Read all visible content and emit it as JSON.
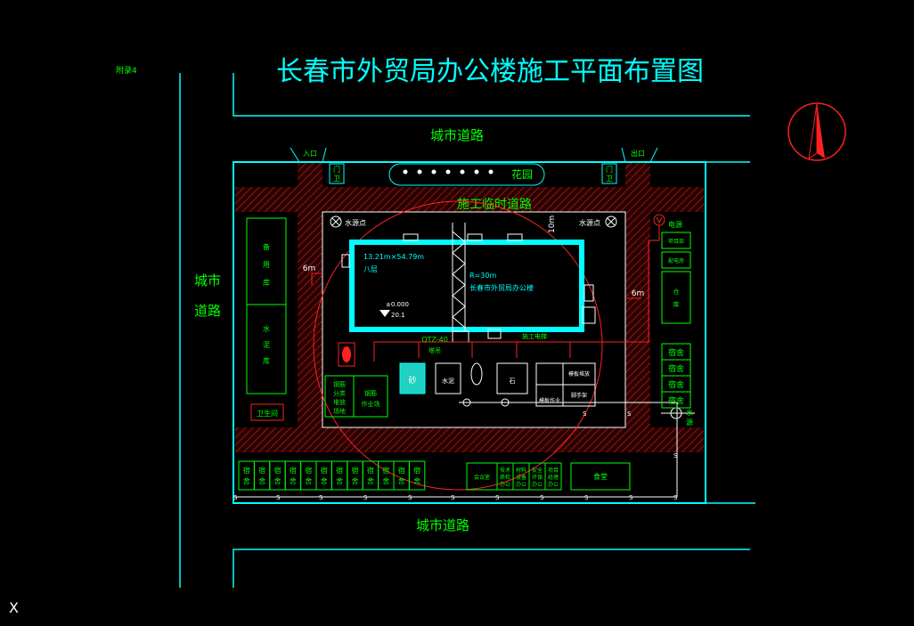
{
  "page": {
    "appendix": "附录4",
    "title": "长春市外贸局办公楼施工平面布置图"
  },
  "roads": {
    "north": "城市道路",
    "west_1": "城市",
    "west_2": "道路",
    "south": "城市道路",
    "temporary": "施工临时道路"
  },
  "site": {
    "entrance": "入口",
    "exit": "出口",
    "garden": "花园",
    "gate_1": "门",
    "gate_2": "卫",
    "hydrant_left": "水源点",
    "hydrant_right": "水源点",
    "power": "电源",
    "water_source_1": "水",
    "water_source_2": "源"
  },
  "building": {
    "size": "13.21m×54.79m",
    "floors": "八层",
    "radius": "R=30m",
    "name": "长春市外贸局办公楼",
    "elevation": "±0.000",
    "elevation_2": "20.1",
    "height_mark": "10m",
    "crane": "QTZ-40",
    "crane_2": "塔吊",
    "stair": "施工电梯"
  },
  "distances": {
    "left": "6m",
    "right": "6m"
  },
  "yards": {
    "left_top": [
      "备",
      "用",
      "库"
    ],
    "left_bottom": [
      "水",
      "泥",
      "库"
    ],
    "toilet": "卫生间",
    "steel_1": [
      "钢筋",
      "分类",
      "堆放",
      "场地"
    ],
    "steel_2": [
      "钢筋",
      "作业场"
    ],
    "mixer": "水泥",
    "pile": "砂",
    "stone": "石",
    "right_1": "项目部",
    "right_2": "配电房",
    "right_3": [
      "仓",
      "库"
    ],
    "material_1": "模板堆放",
    "material_2": "脚手架",
    "material_3": "模板作业"
  },
  "dorms": {
    "right": [
      "宿舍",
      "宿舍",
      "宿舍",
      "宿舍"
    ],
    "south": [
      "宿舍",
      "宿舍",
      "宿舍",
      "宿舍",
      "宿舍",
      "宿舍",
      "宿舍",
      "宿舍",
      "宿舍",
      "宿舍",
      "宿舍",
      "宿舍"
    ],
    "office": "会议室",
    "dining": "食堂",
    "small_1": [
      "技术",
      "质检",
      "办公"
    ],
    "small_2": [
      "材料",
      "设备",
      "办公"
    ],
    "small_3": [
      "安全",
      "环保",
      "办公"
    ],
    "small_4": [
      "项目",
      "经理",
      "办公"
    ]
  },
  "pipes": {
    "mark": "S"
  },
  "misc": {
    "corner": "X"
  }
}
